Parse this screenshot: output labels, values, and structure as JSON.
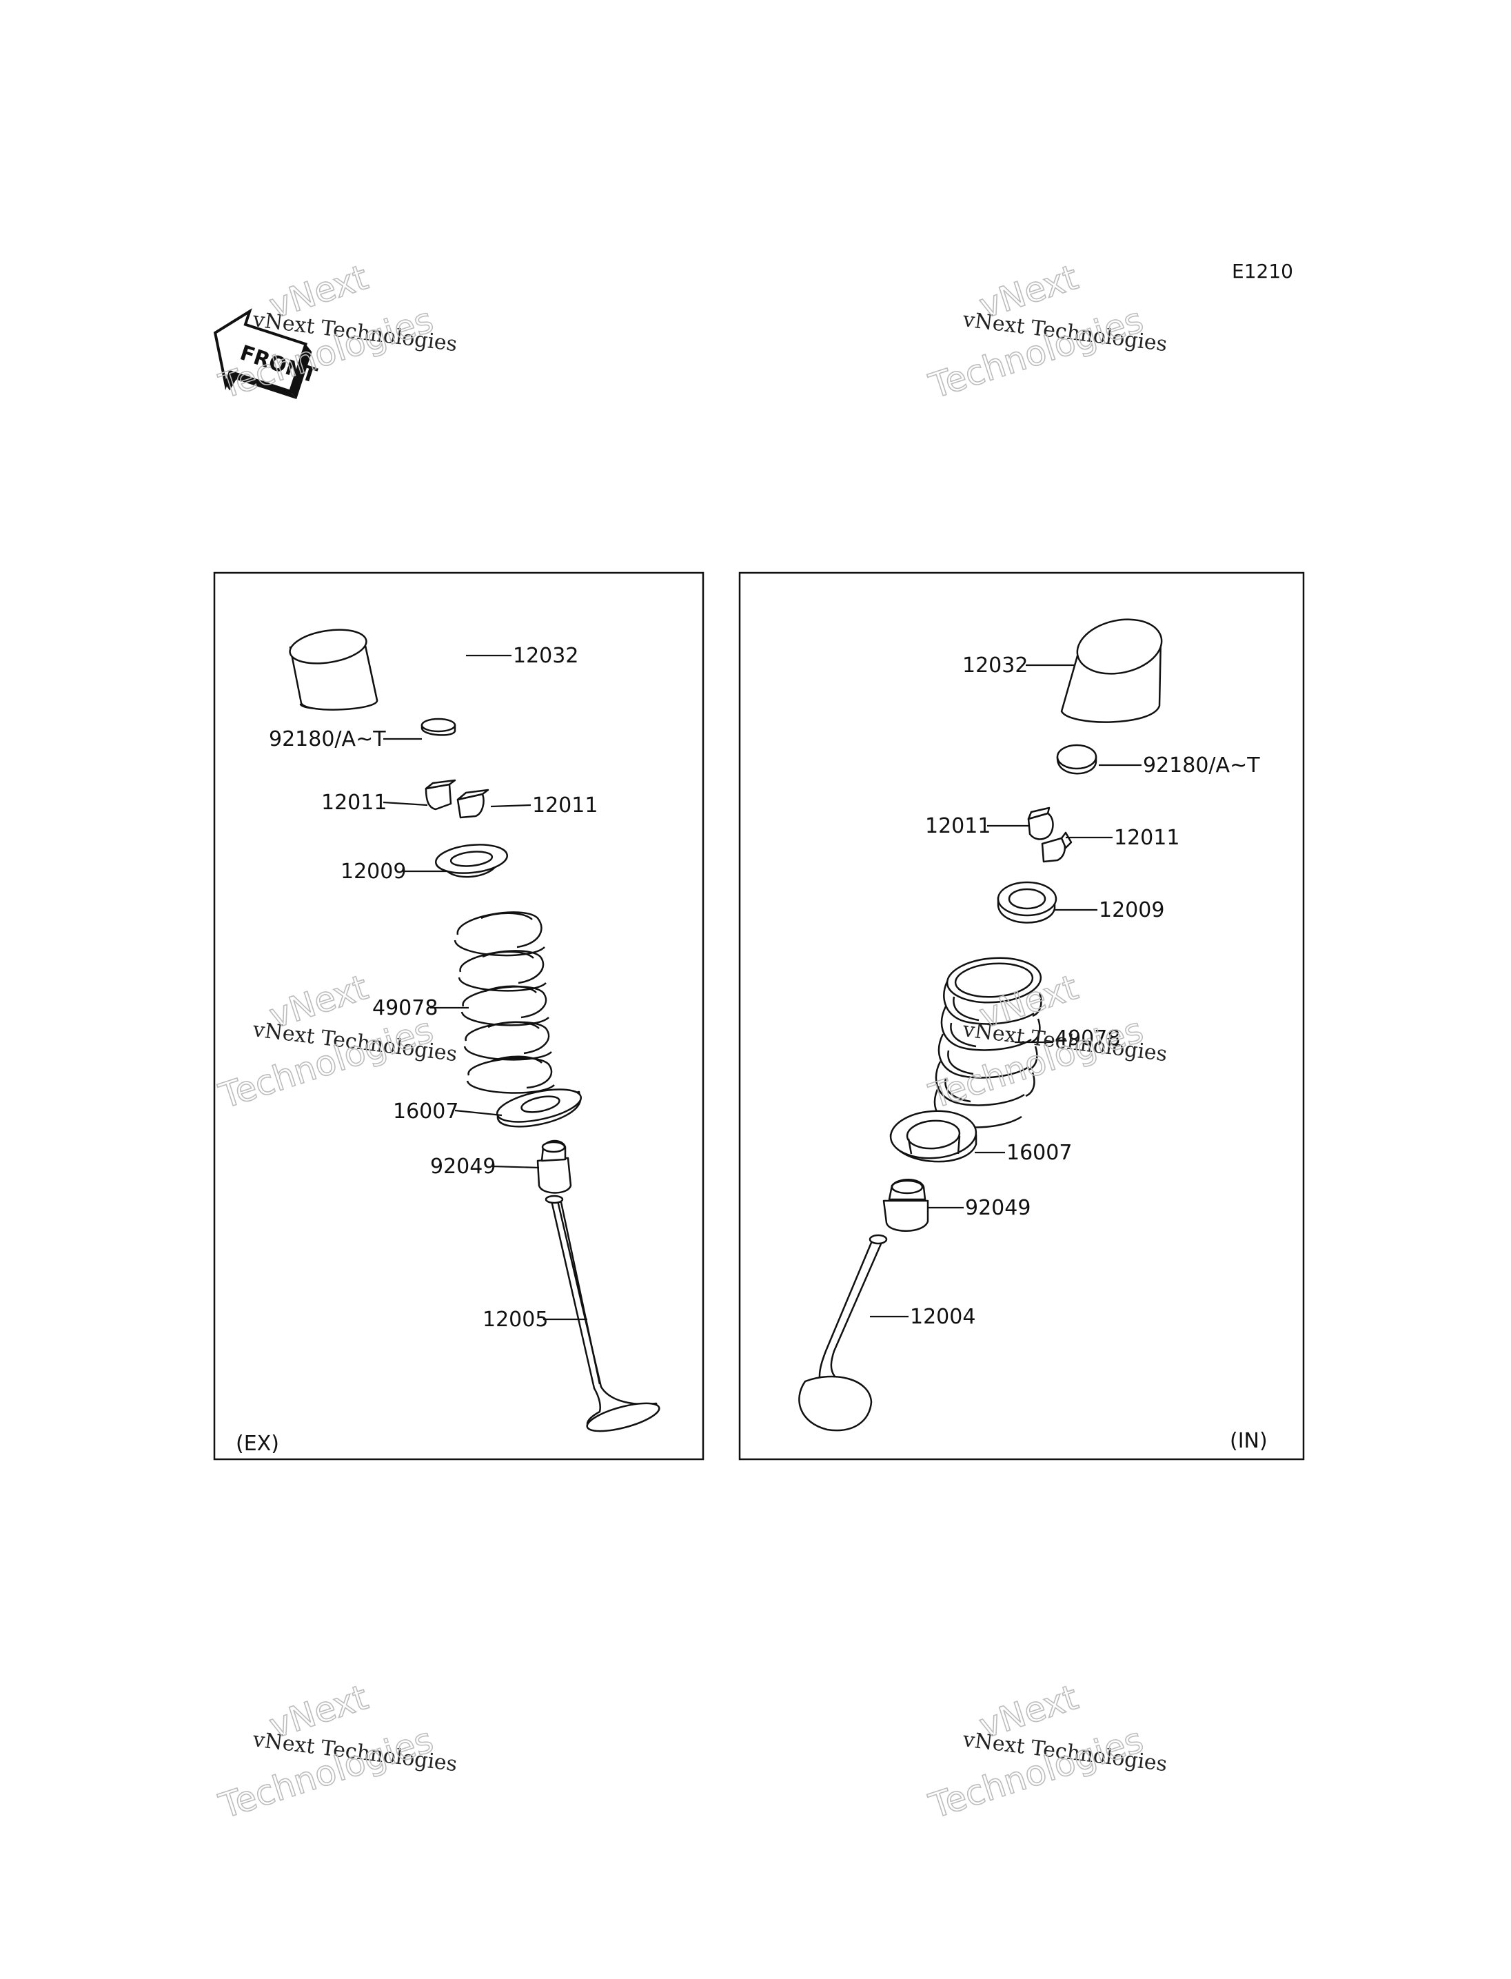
{
  "diagram_ref": "E1210",
  "front_badge": "FRONT",
  "watermark": {
    "line1": "vNext Technologies",
    "line2a": "vNext",
    "line2b": "Technologies"
  },
  "panels": {
    "ex": {
      "tag": "(EX)",
      "labels": {
        "bucket": "12032",
        "shim": "92180/A~T",
        "keeper_left": "12011",
        "keeper_right": "12011",
        "retainer": "12009",
        "spring": "49078",
        "seat": "16007",
        "seal": "92049",
        "valve": "12005"
      }
    },
    "in": {
      "tag": "(IN)",
      "labels": {
        "bucket": "12032",
        "shim": "92180/A~T",
        "keeper_left": "12011",
        "keeper_right": "12011",
        "retainer": "12009",
        "spring": "49078",
        "seat": "16007",
        "seal": "92049",
        "valve": "12004"
      }
    }
  }
}
